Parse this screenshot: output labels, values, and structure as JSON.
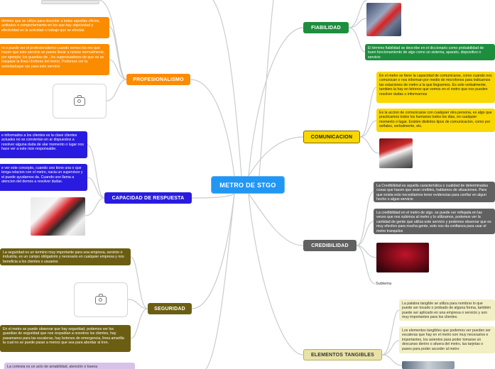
{
  "title": "METRO DE STGO",
  "colors": {
    "center": "#2196f3",
    "fiabilidad": "#1e8e3e",
    "comunicacion": "#f9d700",
    "credibilidad": "#616161",
    "elementos": "#e8e2a6",
    "profesionalismo": "#fb8c00",
    "capacidad": "#2a1be0",
    "seguridad": "#6b5e12",
    "cortesia": "#d7c2e8"
  },
  "branches": {
    "fiabilidad": "FIABILIDAD",
    "comunicacion": "COMUNICACION",
    "credibilidad": "CREDIBILIDAD",
    "elementos": "ELEMENTOS TANGIBLES",
    "profesionalismo": "PROFESIONALISMO",
    "capacidad": "CAPACIDAD DE RESPUESTA",
    "seguridad": "SEGURIDAD"
  },
  "notes": {
    "fiabilidad_1": "El término fiabilidad se describe en el diccionario como probabilidad de buen funcionamiento de algo como un sistema, aparato, dispositivo o servicio",
    "comunicacion_1": "En el metro se tiene la capacidad de comunicarse, como cuando nos comunican o nos informan por medio de microfonos para indicarnos las estaciones de metro a la que lleguemos. Es solo verbalmente, tambien la hay en letreros que vemos en el metro que nos pueden resolver dudas o informarnos",
    "comunicacion_2": "Es la accion de comunicarse con cualquier otra persona, es algo que practicamos todos los humanos todos los dias, en cualquier momento o lugar. Existen distintos tipos de comunicacion, como por señales, verbalmente, etc.",
    "credibilidad_1": "La Credibilidad es aquella característica o cualidad de determinadas cosas que hacen que sean creibles, hablamos de situaciones. Para que exista esto necesitamos tener evidencias para confiar en algun hecho o algun servicio",
    "credibilidad_2": "La credibilidad en el metro de stgo. se puede ver reflejada en las veces que nos subimos al metro y lo utilizamos, podemos ver la cantidad de gente que utiliza este servicio y podemos observar que es muy efectivo para mucha gente, esto nos da confianza para usar el metro tranquilos",
    "credibilidad_sub": "Subtema",
    "elementos_1": "La palabra tangible se utiliza para nombrar lo que puede ser tocado o probado de alguna forma, también puede ser aplicado en una empresa o servicio y son muy importantes para los clientes.",
    "elementos_2": "Los elementos tangibles que podemos ver pueden ser escaleras que hay en el metro son muy necesarios e importantes, los asientos para poder tomarse un descanso dentro o afuera del metro, las tarjetas o pases para poder acceder al metro",
    "profesionalismo_1": "término que se utiliza para describir a todas aquellas oficios, actitudes o comportamiento en los que hay objetividad y efectividad en la actividad o trabajo que se efectúa",
    "profesionalismo_2": "ro o puede ver el profesionalismo cuando vemos los res que hacen que este servicio se pueda llevar a ncione normalmente, por ejemplo; los guardias de , los supervisadores de que no se traspase la linea choferes del metro. Podemos ver la seriedaduque ran para este servicio",
    "capacidad_1": "e informados a los clientes es la clave clientes actuales no se conviertan en ar dispuestos a resolver alguna duda de ular momento o lugar nos hace ver a este ricio responsable.",
    "capacidad_2": "e ver este concepto, cuando uno tiene una o que tenga relacion con el metro, nacia un supervisor y el puede ayudarnos da. Cuando uno llama a atencion del demos a resolver dudas.",
    "seguridad_1": "La seguridad es un termino muy importante para una empresa, servicio o industria, es un campo obligatorio y necesario en cualquier empresa y nos beneficia a los clientes o usuarios",
    "seguridad_2": "En el metro se puede observar que hay seguridad, podemos ver los guardias de seguridad que nos respaldan a nosotros los clientes, hay pasamanos para las escaleras, hay botones de emergencia, linea amarilla la cual no se puede pasar a menos que sea para abordar al tren.",
    "cortesia_1": "La cortesia es un acto de amabilidad, atención o buena"
  }
}
